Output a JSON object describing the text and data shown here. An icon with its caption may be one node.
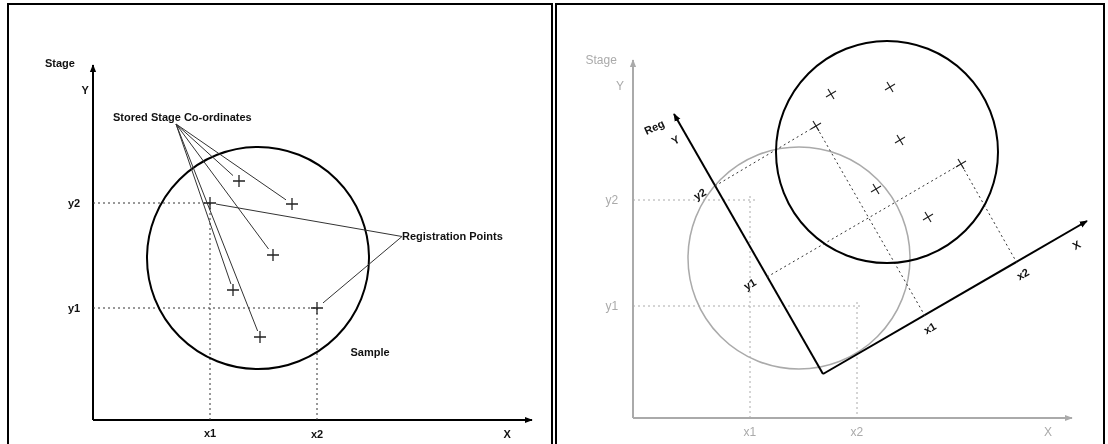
{
  "diagram": {
    "nodes": [
      {
        "text": [
          "Stored Stage Co-ordinates"
        ]
      },
      {
        "text": [],
        "shape": "cross"
      },
      {
        "text": [],
        "shape": "cross"
      },
      {
        "text": [],
        "shape": "cross"
      },
      {
        "text": [],
        "shape": "cross"
      },
      {
        "text": [],
        "shape": "cross"
      },
      {
        "text": [
          "Registration Points"
        ]
      },
      {
        "text": [],
        "shape": "cross"
      },
      {
        "text": [],
        "shape": "cross"
      }
    ],
    "edges": [
      {
        "from": 0,
        "to": 1,
        "arrow": "none"
      },
      {
        "from": 0,
        "to": 2,
        "arrow": "none"
      },
      {
        "from": 0,
        "to": 3,
        "arrow": "none"
      },
      {
        "from": 0,
        "to": 4,
        "arrow": "none"
      },
      {
        "from": 0,
        "to": 5,
        "arrow": "none"
      },
      {
        "from": 6,
        "to": 7,
        "arrow": "none"
      },
      {
        "from": 6,
        "to": 8,
        "arrow": "none"
      }
    ],
    "labels": [
      "Stage",
      "Y",
      "y2",
      "y1",
      "Sample",
      "x1",
      "x2",
      "X",
      "Stage",
      "Y",
      "Reg",
      "Y",
      "y2",
      "y2",
      "y1",
      "y1",
      "x1",
      "x2",
      "x1",
      "x2",
      "X",
      "X"
    ]
  }
}
